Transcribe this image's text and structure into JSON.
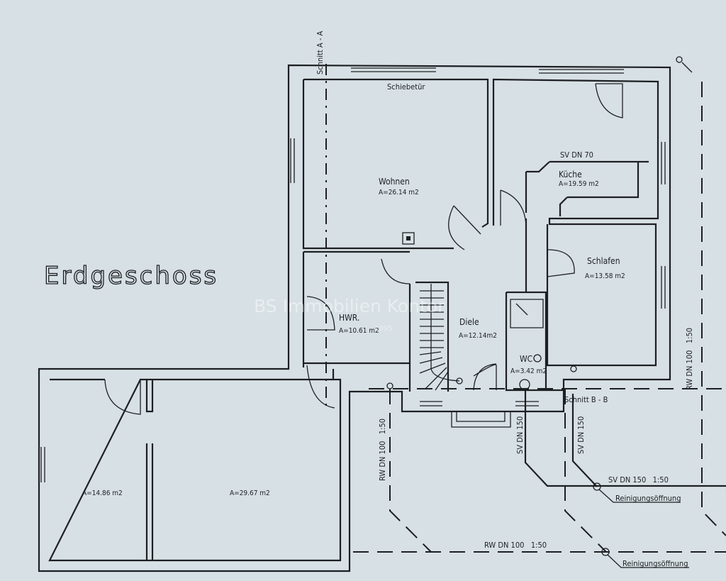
{
  "title": "Erdgeschoss",
  "watermark": {
    "text": "BS Immobilien Kontor",
    "year": "1995"
  },
  "annotations": {
    "sliding_door": "Schiebetür",
    "section_a": "Schnitt A - A",
    "section_b": "Schnitt B - B",
    "sv_dn70": "SV DN 70",
    "sv_dn150_a": "SV DN 150",
    "sv_dn150_b": "SV DN 150",
    "sv_dn150_slope": "SV DN 150   1:50",
    "rw_left": "RW DN 100   1:50",
    "rw_bottom": "RW DN 100   1:50",
    "rw_right": "RW DN 100   1:50",
    "cleanout_1": "Reinigungsöffnung",
    "cleanout_2": "Reinigungsöffnung"
  },
  "rooms": [
    {
      "name": "Wohnen",
      "area": "A=26.14 m2"
    },
    {
      "name": "Küche",
      "area": "A=19.59 m2"
    },
    {
      "name": "Schlafen",
      "area": "A=13.58 m2"
    },
    {
      "name": "HWR.",
      "area": "A=10.61 m2"
    },
    {
      "name": "Diele",
      "area": "A=12.14m2"
    },
    {
      "name": "WC",
      "area": "A=3.42 m2"
    },
    {
      "name": "",
      "area": "A=14.86 m2"
    },
    {
      "name": "",
      "area": "A=29.67 m2"
    }
  ]
}
